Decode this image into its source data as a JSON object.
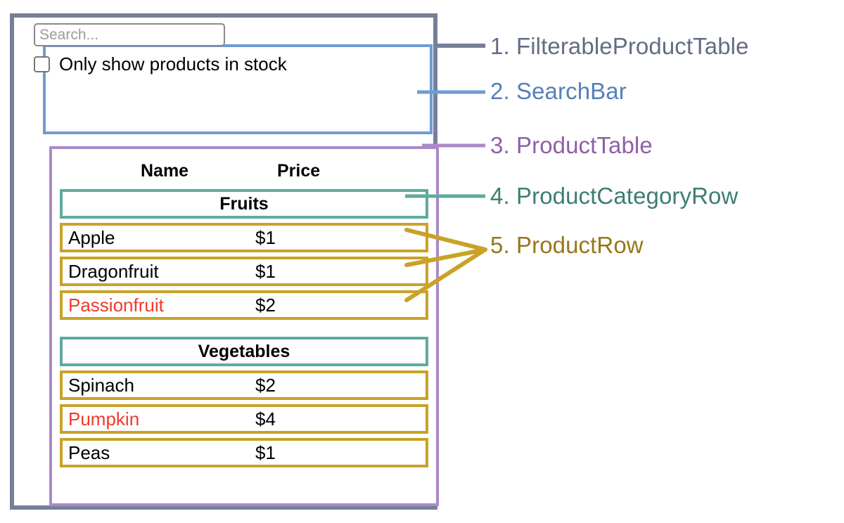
{
  "colors": {
    "filterable_product_table": "#767f99",
    "search_bar": "#6f9bd1",
    "product_table": "#ab8ac8",
    "product_category_row": "#5fab9e",
    "product_row": "#c9a227",
    "out_of_stock_text": "#f03a2a",
    "label_1": "#636c84",
    "label_2": "#5580b8",
    "label_3": "#8f5fa8",
    "label_4": "#3e7d72",
    "label_5": "#99761b"
  },
  "search_bar": {
    "search_input": {
      "value": "",
      "placeholder": "Search..."
    },
    "stock_filter": {
      "label": "Only show products in stock",
      "checked": false
    }
  },
  "product_table": {
    "columns": [
      "Name",
      "Price"
    ],
    "sections": [
      {
        "category": "Fruits",
        "products": [
          {
            "name": "Apple",
            "price": "$1",
            "in_stock": true
          },
          {
            "name": "Dragonfruit",
            "price": "$1",
            "in_stock": true
          },
          {
            "name": "Passionfruit",
            "price": "$2",
            "in_stock": false
          }
        ]
      },
      {
        "category": "Vegetables",
        "products": [
          {
            "name": "Spinach",
            "price": "$2",
            "in_stock": true
          },
          {
            "name": "Pumpkin",
            "price": "$4",
            "in_stock": false
          },
          {
            "name": "Peas",
            "price": "$1",
            "in_stock": true
          }
        ]
      }
    ]
  },
  "legend": [
    {
      "number": "1.",
      "name": "FilterableProductTable",
      "text": "1. FilterableProductTable"
    },
    {
      "number": "2.",
      "name": "SearchBar",
      "text": "2. SearchBar"
    },
    {
      "number": "3.",
      "name": "ProductTable",
      "text": "3. ProductTable"
    },
    {
      "number": "4.",
      "name": "ProductCategoryRow",
      "text": "4. ProductCategoryRow"
    },
    {
      "number": "5.",
      "name": "ProductRow",
      "text": "5. ProductRow"
    }
  ]
}
